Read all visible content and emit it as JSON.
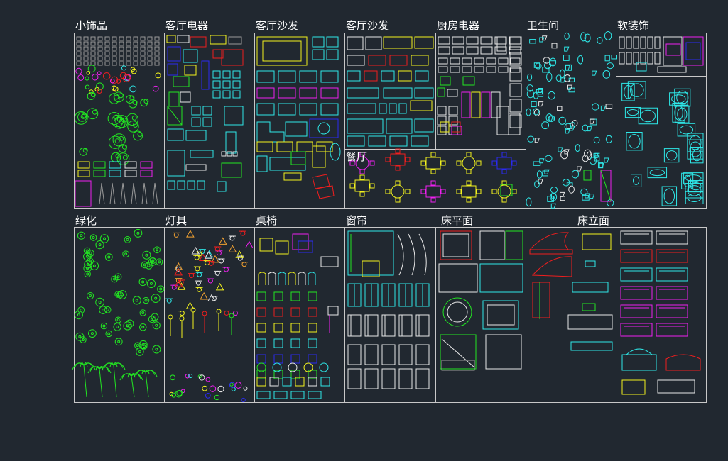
{
  "sections": {
    "top": [
      {
        "key": "ornaments",
        "label": "小饰品"
      },
      {
        "key": "living_appliances",
        "label": "客厅电器"
      },
      {
        "key": "living_sofa_a",
        "label": "客厅沙发"
      },
      {
        "key": "living_sofa_b",
        "label": "客厅沙发"
      },
      {
        "key": "kitchen_appliances",
        "label": "厨房电器"
      },
      {
        "key": "bathroom",
        "label": "卫生间"
      },
      {
        "key": "soft_furnishing",
        "label": "软装饰"
      }
    ],
    "dining": {
      "key": "dining",
      "label": "餐厅"
    },
    "bottom": [
      {
        "key": "greenery",
        "label": "绿化"
      },
      {
        "key": "lighting",
        "label": "灯具"
      },
      {
        "key": "tables_chairs",
        "label": "桌椅"
      },
      {
        "key": "curtains",
        "label": "窗帘"
      },
      {
        "key": "bed_plan",
        "label": "床平面"
      },
      {
        "key": "bed_elevation",
        "label": "床立面"
      }
    ]
  },
  "colors": {
    "background": "#212830",
    "frame": "#c8c8c8",
    "green": "#22e622",
    "cyan": "#2ee8e8",
    "yellow": "#f2f21e",
    "red": "#f01e1e",
    "magenta": "#f020f0",
    "white": "#e8e8e8",
    "blue": "#2a2af0",
    "gray": "#9a9a9a",
    "orange": "#f0a030"
  }
}
